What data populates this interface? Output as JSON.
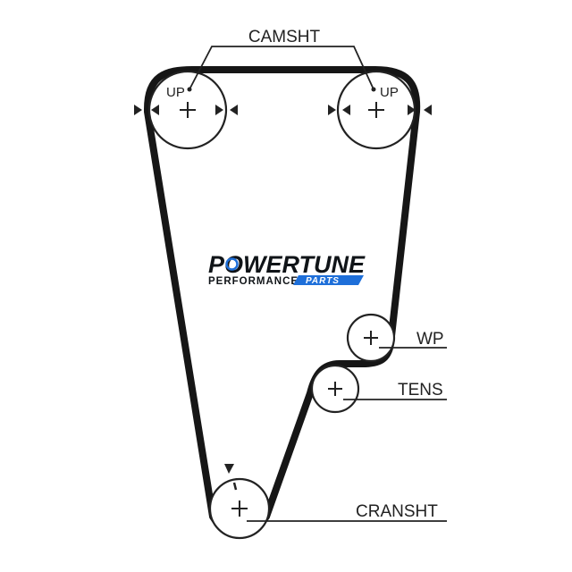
{
  "labels": {
    "camshaft": "CAMSHT",
    "up_left": "UP",
    "up_right": "UP",
    "water_pump": "WP",
    "tensioner": "TENS",
    "crankshaft": "CRANSHT"
  },
  "logo": {
    "brand": "POWERTUNE",
    "tagline": "PERFORMANCE",
    "badge": "PARTS"
  },
  "colors": {
    "belt": "#161616",
    "line": "#222222",
    "logo_blue": "#1e6fd9",
    "logo_dark": "#101418"
  }
}
